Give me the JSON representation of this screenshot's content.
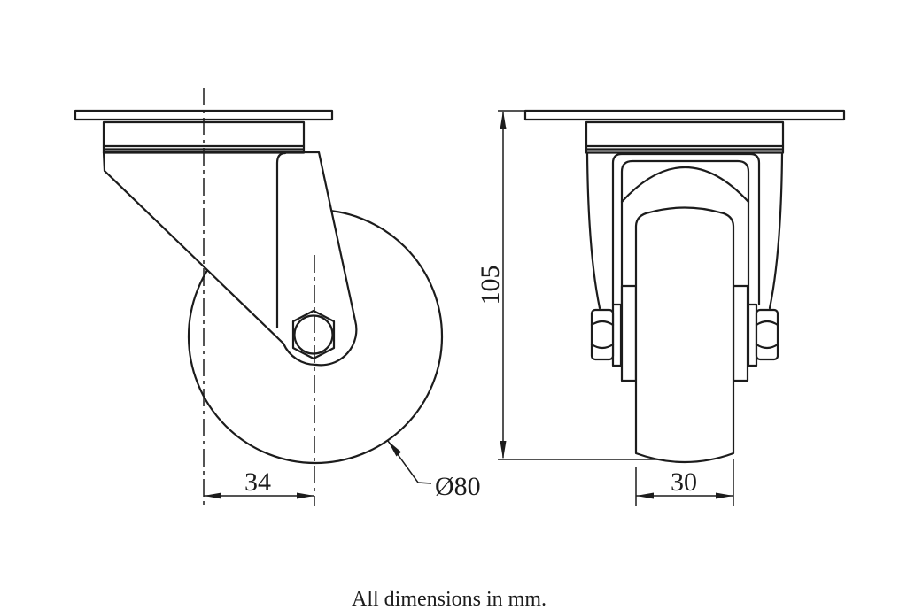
{
  "drawing": {
    "title_note": "All dimensions in mm.",
    "views": {
      "side_view": "caster side view",
      "front_view": "caster front view"
    },
    "dimensions": {
      "swivel_offset": "34",
      "wheel_diameter": "Ø80",
      "overall_height": "105",
      "wheel_width": "30"
    }
  },
  "colors": {
    "line": "#1c1c1c",
    "background": "#ffffff"
  }
}
